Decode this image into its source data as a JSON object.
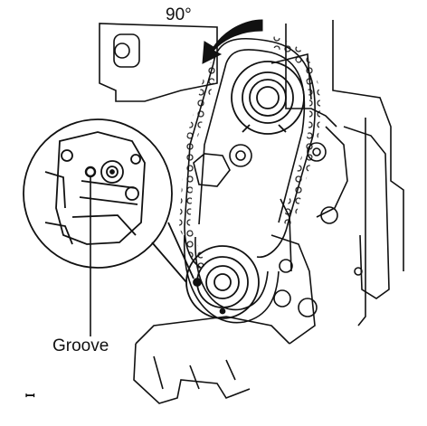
{
  "labels": {
    "angle": "90°",
    "groove": "Groove",
    "corner_mark": "ꟷ"
  },
  "colors": {
    "line": "#111111",
    "paper": "#ffffff"
  },
  "rotation_arrow": {
    "direction": "counterclockwise",
    "angle_degrees": 90
  }
}
